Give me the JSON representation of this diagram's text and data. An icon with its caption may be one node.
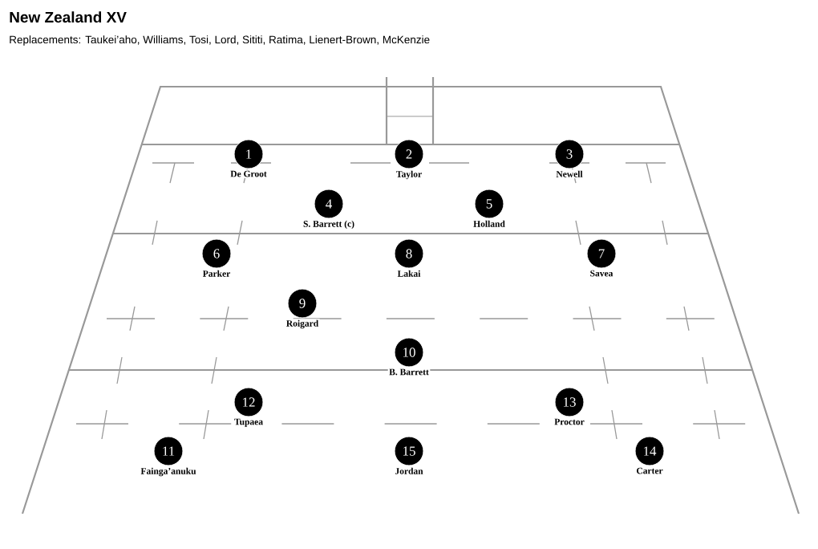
{
  "diagram": {
    "title": "New Zealand XV",
    "nodes": [
      {
        "text": [
          "1"
        ],
        "beside": [
          "De Groot"
        ]
      },
      {
        "text": [
          "2"
        ],
        "beside": [
          "Taylor"
        ]
      },
      {
        "text": [
          "3"
        ],
        "beside": [
          "Newell"
        ]
      },
      {
        "text": [
          "4"
        ],
        "beside": [
          "S. Barrett (c)"
        ]
      },
      {
        "text": [
          "5"
        ],
        "beside": [
          "Holland"
        ]
      },
      {
        "text": [
          "6"
        ],
        "beside": [
          "Parker"
        ]
      },
      {
        "text": [
          "8"
        ],
        "beside": [
          "Lakai"
        ]
      },
      {
        "text": [
          "7"
        ],
        "beside": [
          "Savea"
        ]
      },
      {
        "text": [
          "9"
        ],
        "beside": [
          "Roigard"
        ]
      },
      {
        "text": [
          "10"
        ],
        "beside": [
          "B. Barrett"
        ]
      },
      {
        "text": [
          "12"
        ],
        "beside": [
          "Tupaea"
        ]
      },
      {
        "text": [
          "13"
        ],
        "beside": [
          "Proctor"
        ]
      },
      {
        "text": [
          "11"
        ],
        "beside": [
          "Fainga’anuku"
        ]
      },
      {
        "text": [
          "15"
        ],
        "beside": [
          "Jordan"
        ]
      },
      {
        "text": [
          "14"
        ],
        "beside": [
          "Carter"
        ]
      }
    ],
    "labels": [
      "Replacements: Taukei’aho, Williams, Tosi, Lord, Sititi, Ratima, Lienert-Brown, McKenzie"
    ]
  }
}
